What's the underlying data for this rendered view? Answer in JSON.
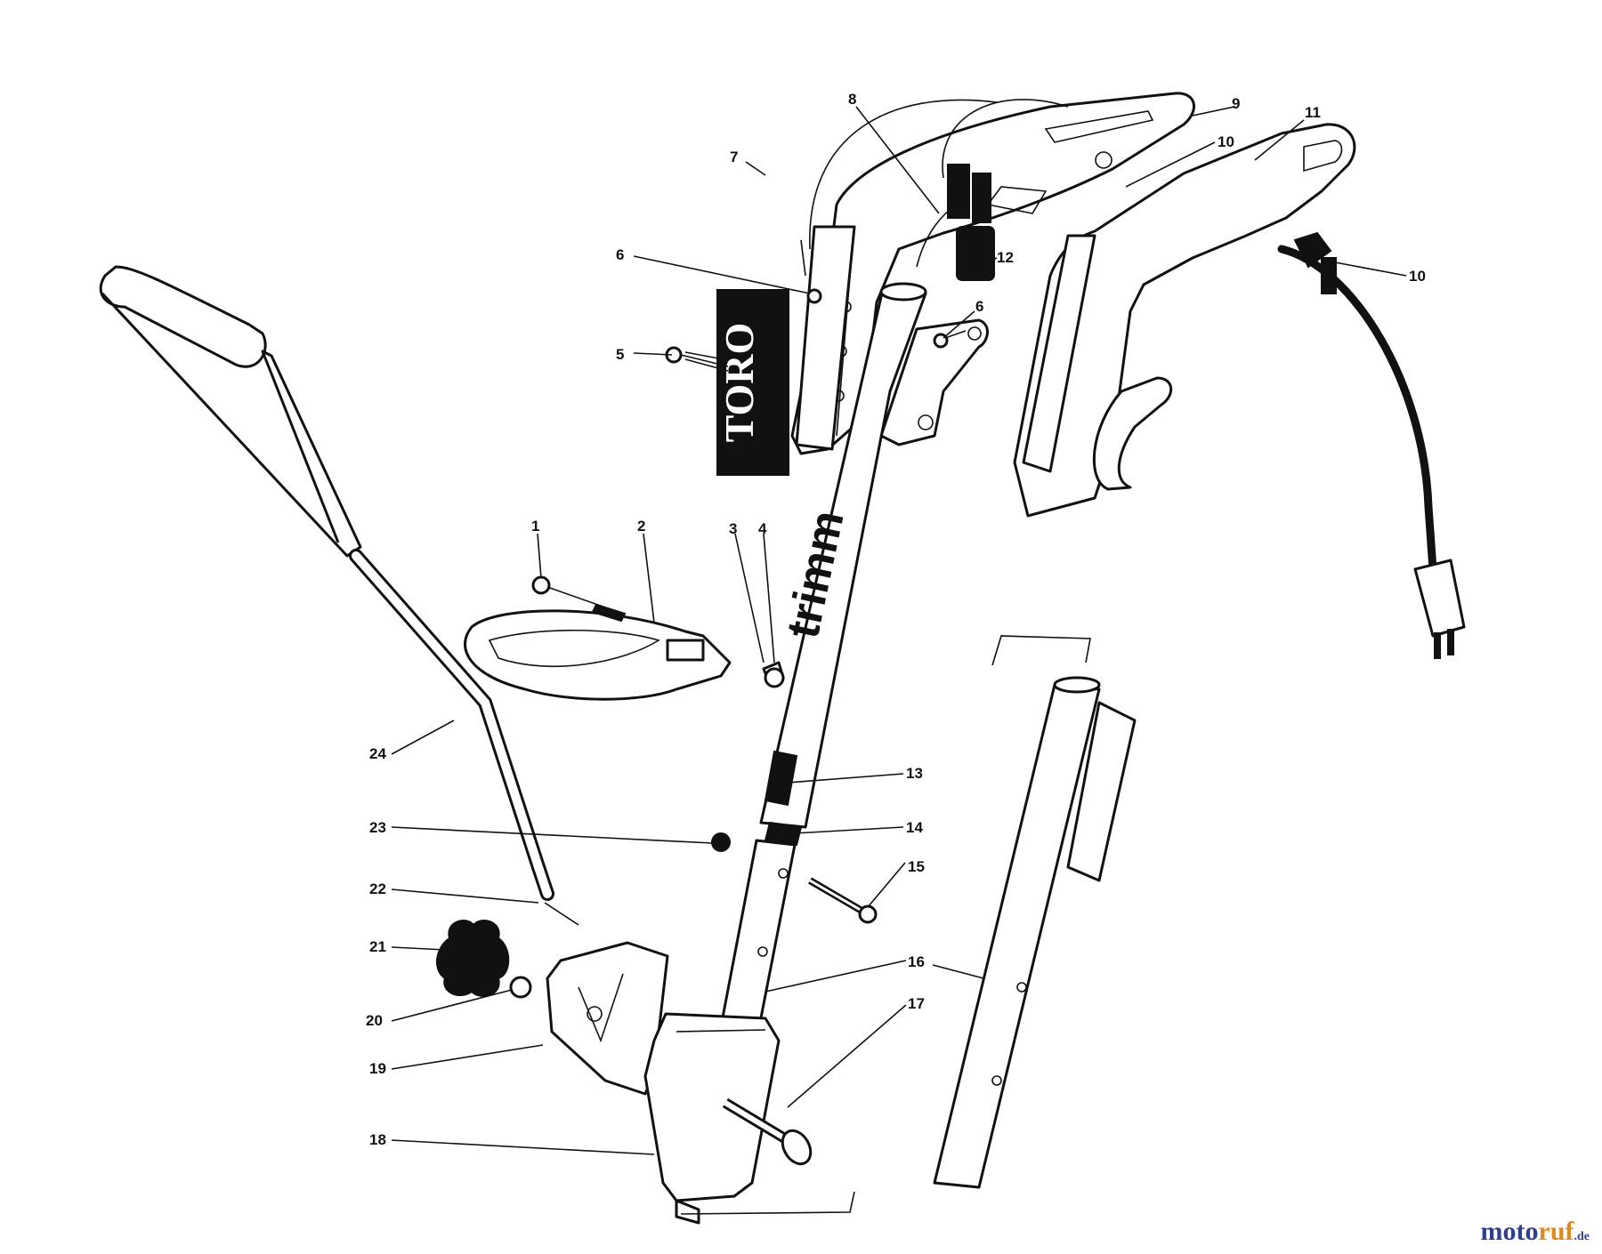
{
  "diagram": {
    "brand_decal": "TORO",
    "shaft_decal": "trimm",
    "callouts": [
      {
        "id": "c1",
        "text": "1"
      },
      {
        "id": "c2",
        "text": "2"
      },
      {
        "id": "c3",
        "text": "3"
      },
      {
        "id": "c4",
        "text": "4"
      },
      {
        "id": "c5",
        "text": "5"
      },
      {
        "id": "c6a",
        "text": "6"
      },
      {
        "id": "c6b",
        "text": "6"
      },
      {
        "id": "c7",
        "text": "7"
      },
      {
        "id": "c8",
        "text": "8"
      },
      {
        "id": "c9",
        "text": "9"
      },
      {
        "id": "c10a",
        "text": "10"
      },
      {
        "id": "c10b",
        "text": "10"
      },
      {
        "id": "c11",
        "text": "11"
      },
      {
        "id": "c12",
        "text": "12"
      },
      {
        "id": "c13",
        "text": "13"
      },
      {
        "id": "c14",
        "text": "14"
      },
      {
        "id": "c15",
        "text": "15"
      },
      {
        "id": "c16",
        "text": "16"
      },
      {
        "id": "c17",
        "text": "17"
      },
      {
        "id": "c18",
        "text": "18"
      },
      {
        "id": "c19",
        "text": "19"
      },
      {
        "id": "c20",
        "text": "20"
      },
      {
        "id": "c21",
        "text": "21"
      },
      {
        "id": "c22",
        "text": "22"
      },
      {
        "id": "c23",
        "text": "23"
      },
      {
        "id": "c24",
        "text": "24"
      }
    ]
  },
  "watermark": {
    "part1": "moto",
    "part2": "ruf",
    "suffix": ".de"
  }
}
